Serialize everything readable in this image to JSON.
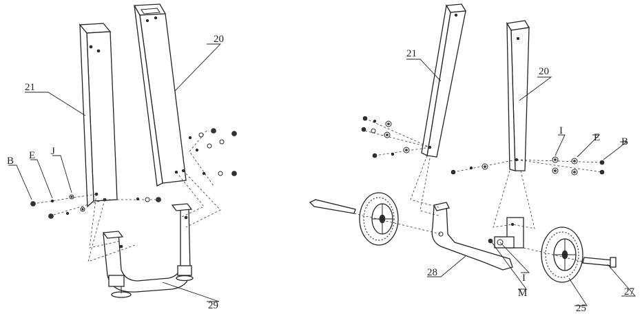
{
  "left_view": {
    "labels": {
      "p21": "21",
      "p20": "20",
      "p29": "29",
      "B": "B",
      "E": "E",
      "J": "J"
    }
  },
  "right_view": {
    "labels": {
      "p21": "21",
      "p20": "20",
      "p28": "28",
      "p25": "25",
      "p27": "27",
      "I_top": "I",
      "E": "E",
      "B": "B",
      "I_bottom": "I",
      "M": "M"
    }
  }
}
